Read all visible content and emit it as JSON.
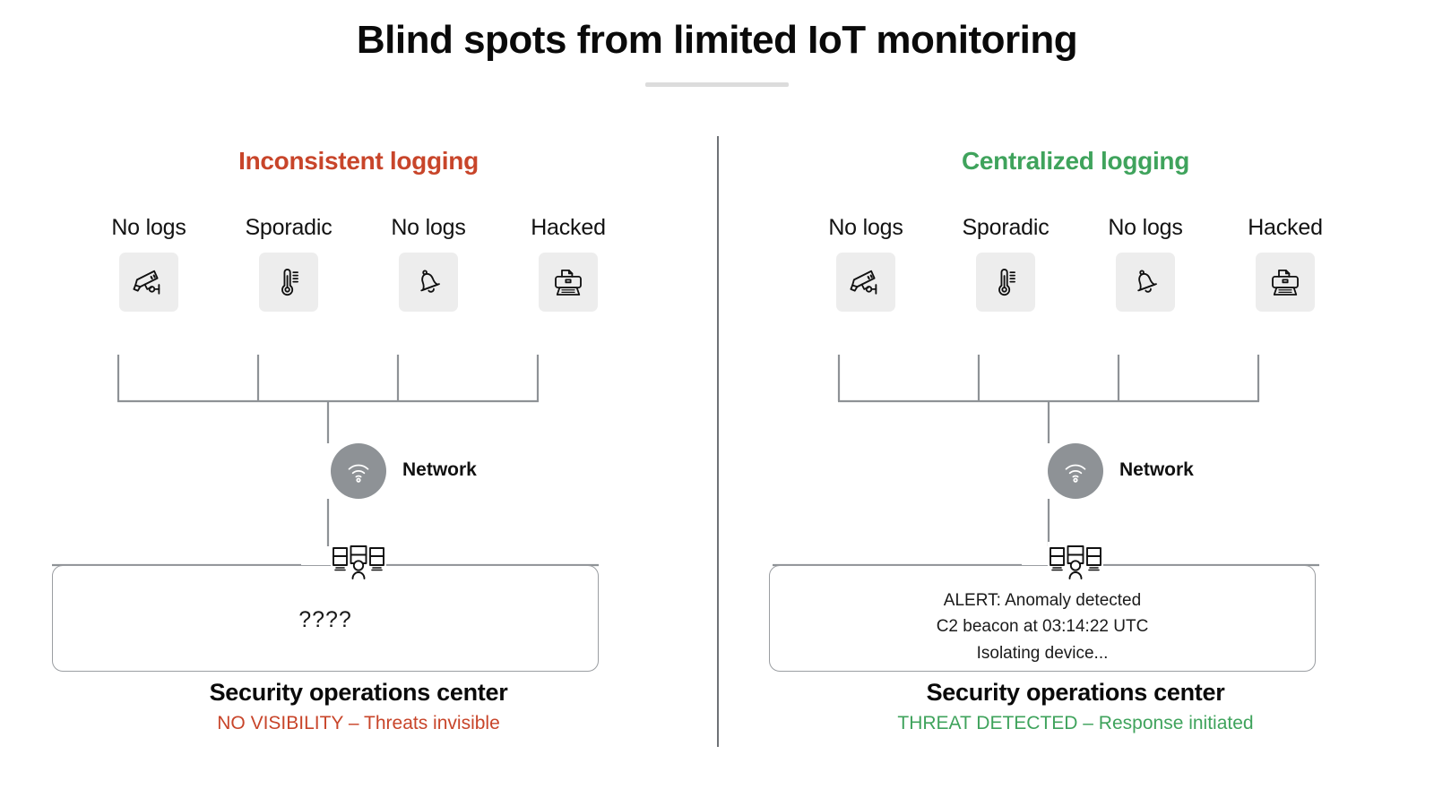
{
  "title": "Blind spots from limited IoT monitoring",
  "colors": {
    "red": "#c8452a",
    "green": "#3fa35c",
    "wire": "#8e9296",
    "tile_bg": "#ededed",
    "node_bg": "#8e9296",
    "divider": "#6f7276",
    "title_rule": "#dcdcdc"
  },
  "panels": [
    {
      "heading": "Inconsistent logging",
      "heading_color": "#c8452a",
      "devices": [
        {
          "label": "No logs",
          "icon": "cctv-camera-icon"
        },
        {
          "label": "Sporadic",
          "icon": "thermometer-icon"
        },
        {
          "label": "No logs",
          "icon": "bell-icon"
        },
        {
          "label": "Hacked",
          "icon": "printer-icon"
        }
      ],
      "network_label": "Network",
      "network_icon": "wifi-icon",
      "soc_icon": "monitor-workstation-icon",
      "console_text": "????",
      "console_lines": [],
      "soc_title": "Security operations center",
      "status": "NO VISIBILITY – Threats invisible",
      "status_color": "#c8452a"
    },
    {
      "heading": "Centralized logging",
      "heading_color": "#3fa35c",
      "devices": [
        {
          "label": "No logs",
          "icon": "cctv-camera-icon"
        },
        {
          "label": "Sporadic",
          "icon": "thermometer-icon"
        },
        {
          "label": "No logs",
          "icon": "bell-icon"
        },
        {
          "label": "Hacked",
          "icon": "printer-icon"
        }
      ],
      "network_label": "Network",
      "network_icon": "wifi-icon",
      "soc_icon": "monitor-workstation-icon",
      "console_text": "",
      "console_lines": [
        "ALERT: Anomaly detected",
        "C2 beacon at 03:14:22 UTC",
        "Isolating device..."
      ],
      "soc_title": "Security operations center",
      "status": "THREAT DETECTED – Response initiated",
      "status_color": "#3fa35c"
    }
  ]
}
